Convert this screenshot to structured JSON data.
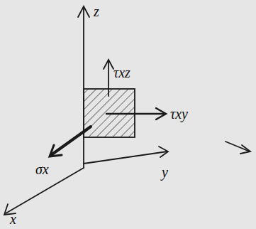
{
  "diagram": {
    "labels": [
      "z",
      "τxz",
      "τxy",
      "y",
      "σx",
      "x"
    ]
  }
}
